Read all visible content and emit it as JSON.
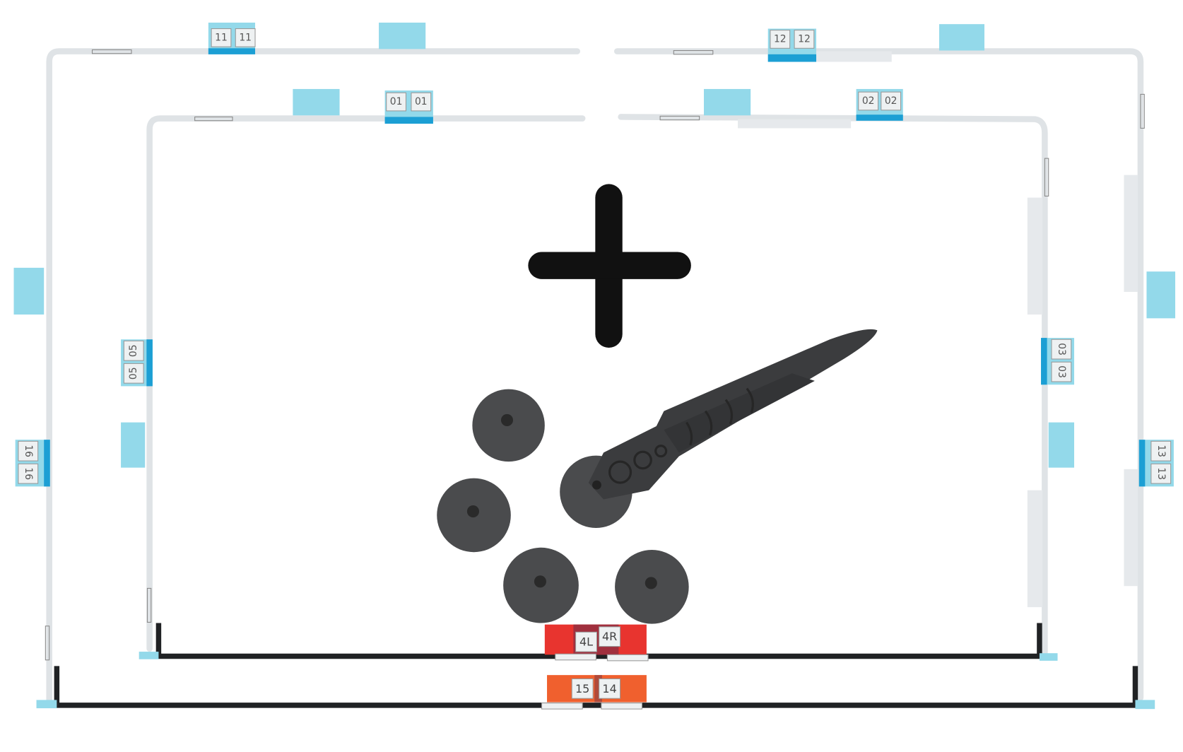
{
  "image": {
    "colors": {
      "strip": "#dfe3e6",
      "tab_light": "#93d9ea",
      "tab_dark": "#1c9fd4",
      "black_strip": "#202224",
      "red_tab": "#e8342f",
      "orange_tab": "#f0602e",
      "tool": "#3b3c3e",
      "plus": "#111111"
    },
    "tab_labels": {
      "t11": "11",
      "t12": "12",
      "t01": "01",
      "t02": "02",
      "t05": "05",
      "t03": "03",
      "t16": "16",
      "t13": "13",
      "t4l": "4L",
      "t4r": "4R",
      "t15": "15",
      "t14": "14"
    }
  }
}
